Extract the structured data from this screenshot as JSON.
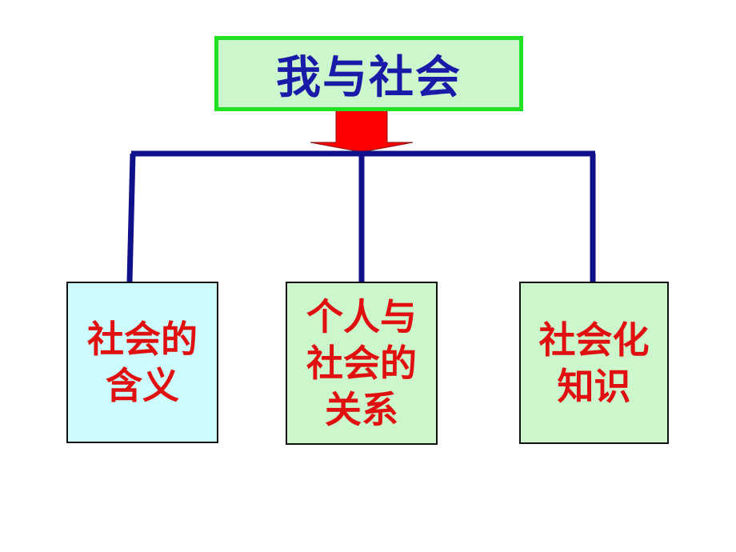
{
  "diagram": {
    "root": {
      "label": "我与社会"
    },
    "children": [
      {
        "label": "社会的\n含义"
      },
      {
        "label": "个人与\n社会的\n关系"
      },
      {
        "label": "社会化\n知识"
      }
    ]
  },
  "colors": {
    "root_fill": "#ccf7cc",
    "root_border": "#22e022",
    "root_text": "#1a1aa8",
    "child_text": "#e01010",
    "child_fills": [
      "#ccfcfc",
      "#ccf7cc",
      "#ccf7cc"
    ],
    "connector": "#10108a",
    "arrow": "#ff0000"
  }
}
